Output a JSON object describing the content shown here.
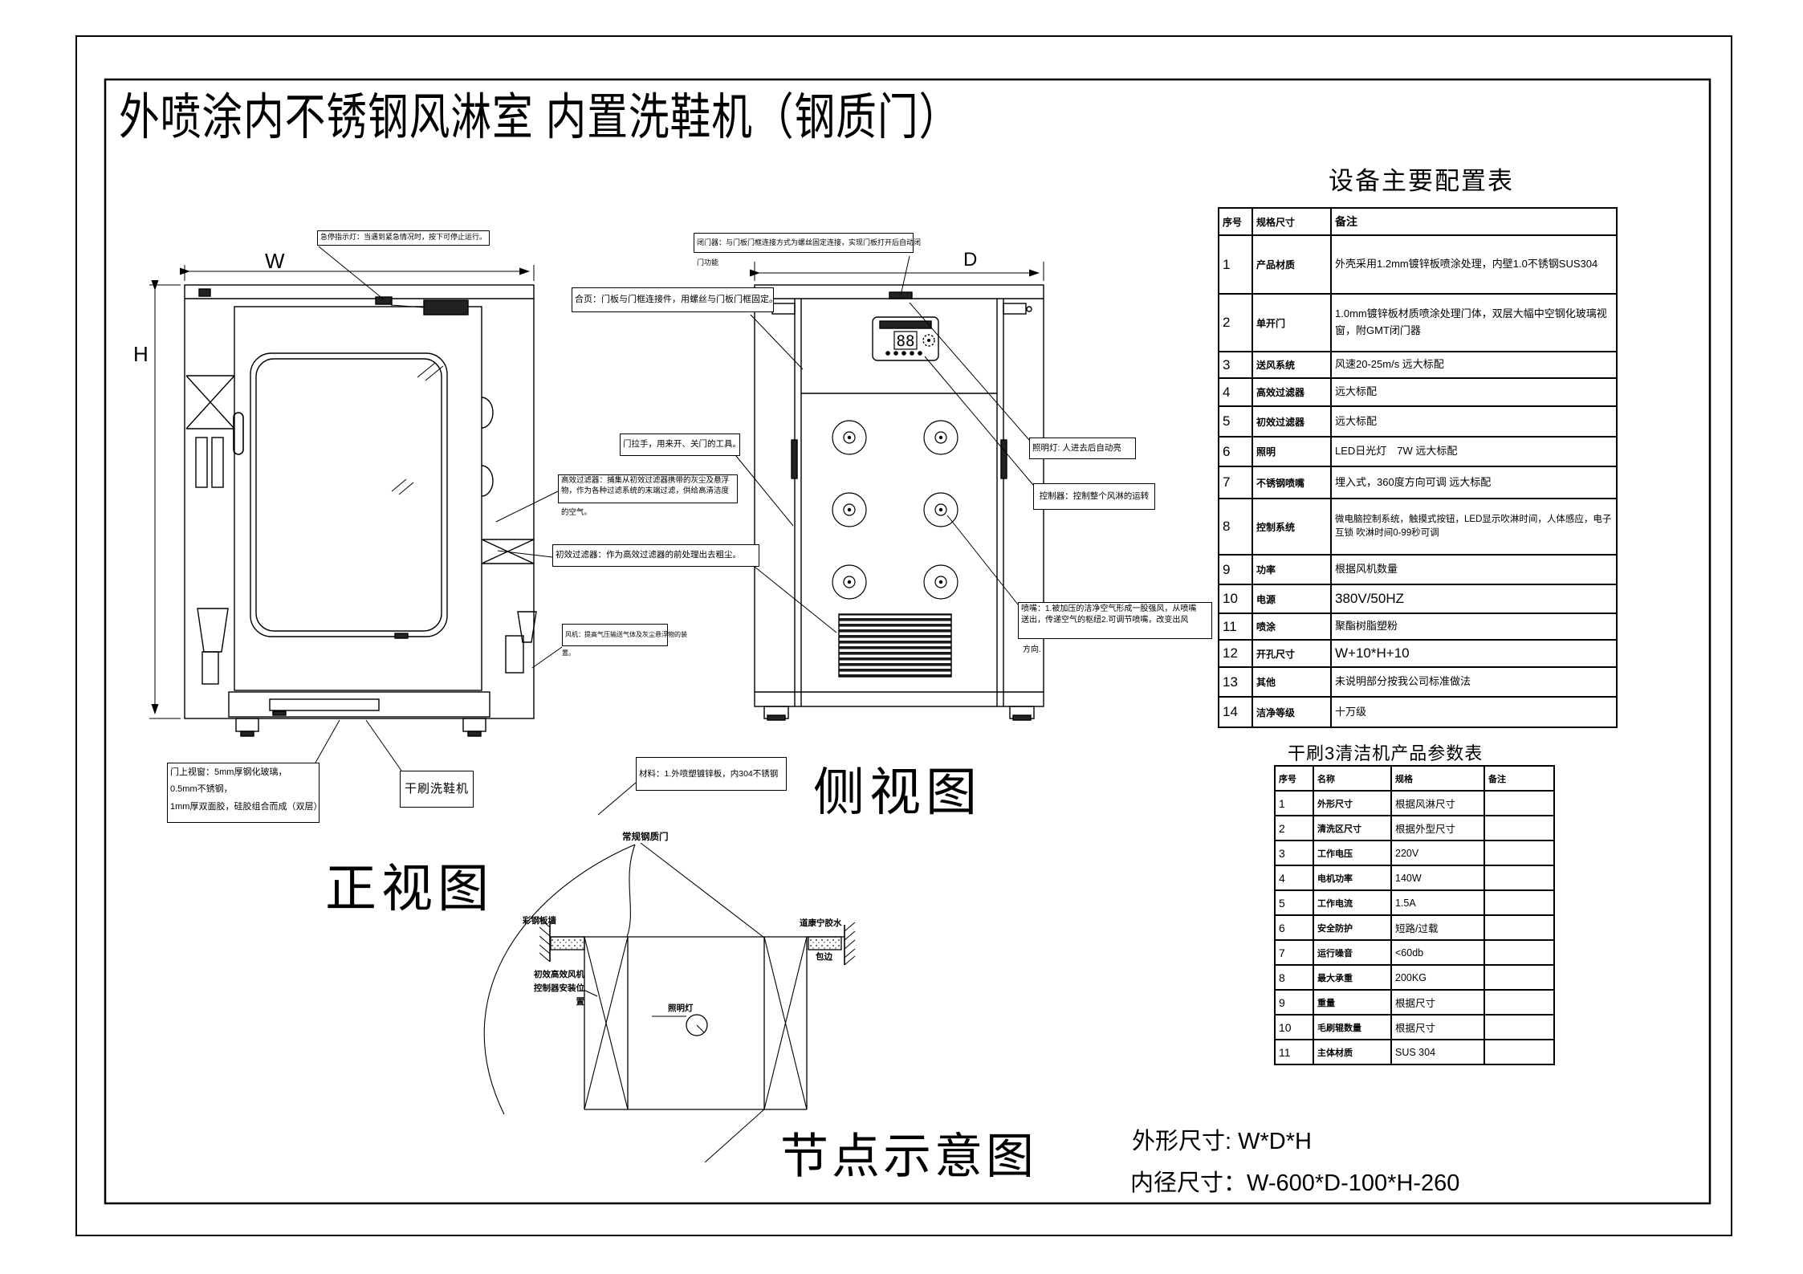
{
  "title": "外喷涂内不锈钢风淋室  内置洗鞋机（钢质门）",
  "views": {
    "front": "正视图",
    "side": "侧视图",
    "node": "节点示意图"
  },
  "dims": {
    "w": "W",
    "h": "H",
    "d": "D"
  },
  "footer": {
    "outer": "外形尺寸: W*D*H",
    "inner": "内径尺寸：W-600*D-100*H-260"
  },
  "side_panel": {
    "display": "88"
  },
  "callouts": {
    "estop": "急停指示灯：当遇到紧急情况时，按下可停止运行。",
    "door_closer": "闭门器：与门板门框连接方式为螺丝固定连接，实现门板打开后自动闭",
    "door_closer_tail": "门功能",
    "hinge": "合页：门板与门框连接件，用螺丝与门板门框固定。",
    "handle": "门拉手，用来开、关门的工具。",
    "hepa_l1": "高效过滤器：捕集从初效过滤器携带的灰尘及悬浮",
    "hepa_l2": "物，作为各种过滤系统的末端过滤，供给高清洁度",
    "hepa_tail": "的空气。",
    "prefilter": "初效过滤器：作为高效过滤器的前处理出去粗尘。",
    "fan": "风机：提高气压输送气体及灰尘悬浮物的装",
    "fan_tail": "置。",
    "window_l1": "门上视窗：5mm厚钢化玻璃，",
    "window_l2": "0.5mm不锈钢，",
    "window_l3": "1mm厚双面胶，硅胶组合而成（双层）",
    "shoe_washer": "干刷洗鞋机",
    "material": "材料：1.外喷塑镀锌板，内304不锈钢",
    "light": "照明灯: 人进去后自动亮",
    "controller": "控制器：控制整个风淋的运转",
    "nozzle_l1": "喷嘴：1.被加压的洁净空气形成一股强风，从喷嘴",
    "nozzle_l2": "送出，传递空气的枢纽2.可调节喷嘴，改变出风",
    "nozzle_tail": "方向."
  },
  "node_labels": {
    "steel_door": "常规钢质门",
    "panel_wall": "彩钢板墙",
    "glue": "道康宁胶水",
    "edge": "包边",
    "pos_l1": "初效高效风机",
    "pos_l2": "控制器安装位",
    "pos_l3": "置",
    "lamp": "照明灯"
  },
  "config_table": {
    "title": "设备主要配置表",
    "headers": [
      "序号",
      "规格尺寸",
      "备注"
    ],
    "rows": [
      [
        "1",
        "产品材质",
        "外壳采用1.2mm镀锌板喷涂处理，内壁1.0不锈钢SUS304"
      ],
      [
        "2",
        "单开门",
        "1.0mm镀锌板材质喷涂处理门体，双层大幅中空钢化玻璃视窗，附GMT闭门器"
      ],
      [
        "3",
        "送风系统",
        "风速20-25m/s  远大标配"
      ],
      [
        "4",
        "高效过滤器",
        "远大标配"
      ],
      [
        "5",
        "初效过滤器",
        "远大标配"
      ],
      [
        "6",
        "照明",
        "LED日光灯　7W  远大标配"
      ],
      [
        "7",
        "不锈钢喷嘴",
        "埋入式，360度方向可调  远大标配"
      ],
      [
        "8",
        "控制系统",
        "微电脑控制系统，触摸式按钮，LED显示吹淋时间，人体感应，电子互锁 吹淋时间0-99秒可调"
      ],
      [
        "9",
        "功率",
        "根据风机数量"
      ],
      [
        "10",
        "电源",
        "380V/50HZ"
      ],
      [
        "11",
        "喷涂",
        "聚酯树脂塑粉"
      ],
      [
        "12",
        "开孔尺寸",
        "W+10*H+10"
      ],
      [
        "13",
        "其他",
        "未说明部分按我公司标准做法"
      ],
      [
        "14",
        "洁净等级",
        "十万级"
      ]
    ]
  },
  "params_table": {
    "title": "干刷3清洁机产品参数表",
    "headers": [
      "序号",
      "名称",
      "规格",
      "备注"
    ],
    "rows": [
      [
        "1",
        "外形尺寸",
        "根据风淋尺寸",
        ""
      ],
      [
        "2",
        "清洗区尺寸",
        "根据外型尺寸",
        ""
      ],
      [
        "3",
        "工作电压",
        "220V",
        ""
      ],
      [
        "4",
        "电机功率",
        "140W",
        ""
      ],
      [
        "5",
        "工作电流",
        "1.5A",
        ""
      ],
      [
        "6",
        "安全防护",
        "短路/过载",
        ""
      ],
      [
        "7",
        "运行噪音",
        "<60db",
        ""
      ],
      [
        "8",
        "最大承重",
        "200KG",
        ""
      ],
      [
        "9",
        "重量",
        "根据尺寸",
        ""
      ],
      [
        "10",
        "毛刷辊数量",
        "根据尺寸",
        ""
      ],
      [
        "11",
        "主体材质",
        "SUS  304",
        ""
      ]
    ]
  }
}
